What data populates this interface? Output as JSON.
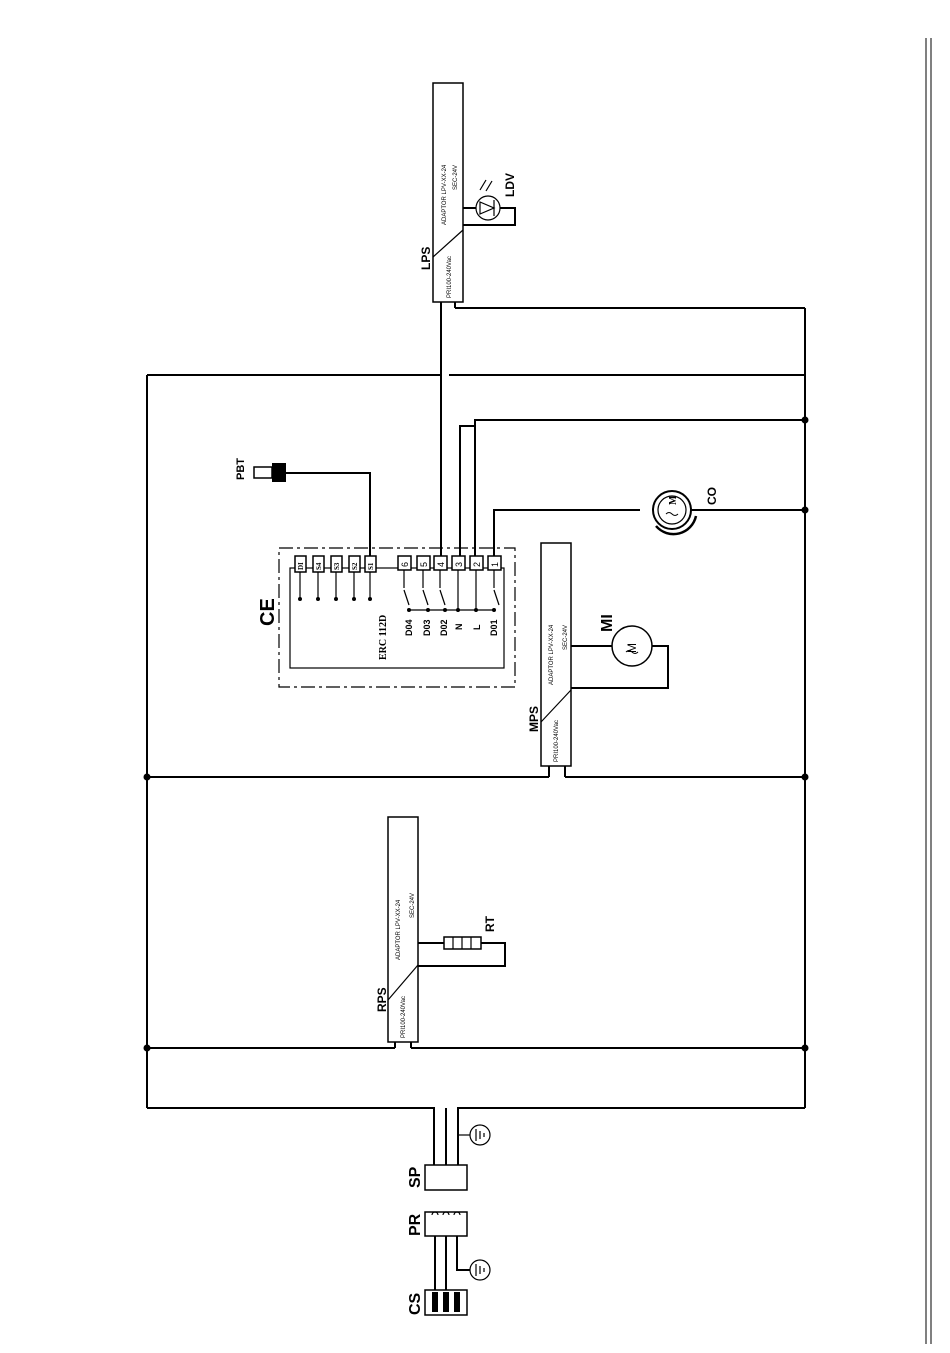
{
  "components": {
    "lps": {
      "code": "LPS",
      "adaptor": "ADAPTOR LPV-XX-24",
      "sec": "SEC-24V",
      "pri": "PRI100-240Vac"
    },
    "mps": {
      "code": "MPS",
      "adaptor": "ADAPTOR LPV-XX-24",
      "sec": "SEC-24V",
      "pri": "PRI100-240Vac"
    },
    "rps": {
      "code": "RPS",
      "adaptor": "ADAPTOR LPV-XX-24",
      "sec": "SEC-24V",
      "pri": "PRI100-240Vac"
    },
    "ldv": "LDV",
    "pbt": "PBT",
    "co": "CO",
    "mi": "MI",
    "rt": "RT",
    "sp": "SP",
    "pr": "PR",
    "cs": "CS",
    "motor_letter": "M",
    "ce": {
      "code": "CE",
      "model": "ERC 112D",
      "inputs": [
        "DI",
        "S4",
        "S3",
        "S2",
        "S1"
      ],
      "terminals": [
        "6",
        "5",
        "4",
        "3",
        "2",
        "1"
      ],
      "outputs": [
        "D04",
        "D03",
        "D02",
        "N",
        "L",
        "D01"
      ]
    }
  }
}
